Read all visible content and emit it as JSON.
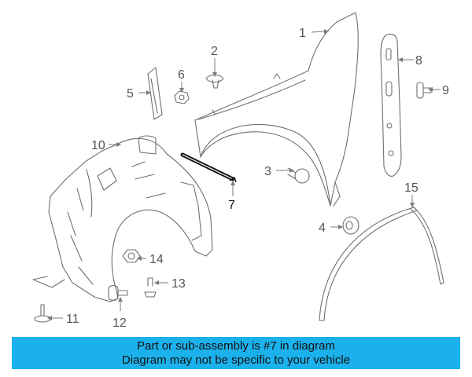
{
  "callouts": {
    "c1": "1",
    "c2": "2",
    "c3": "3",
    "c4": "4",
    "c5": "5",
    "c6": "6",
    "c7": "7",
    "c8": "8",
    "c9": "9",
    "c10": "10",
    "c11": "11",
    "c12": "12",
    "c13": "13",
    "c14": "14",
    "c15": "15"
  },
  "highlight_part": "7",
  "colors": {
    "banner": "#1bb1ec",
    "line_art": "#6f6f6f",
    "highlight": "#111111"
  },
  "banner": {
    "line1": "Part or sub-assembly is #7 in diagram",
    "line2": "Diagram may not be specific to your vehicle"
  }
}
